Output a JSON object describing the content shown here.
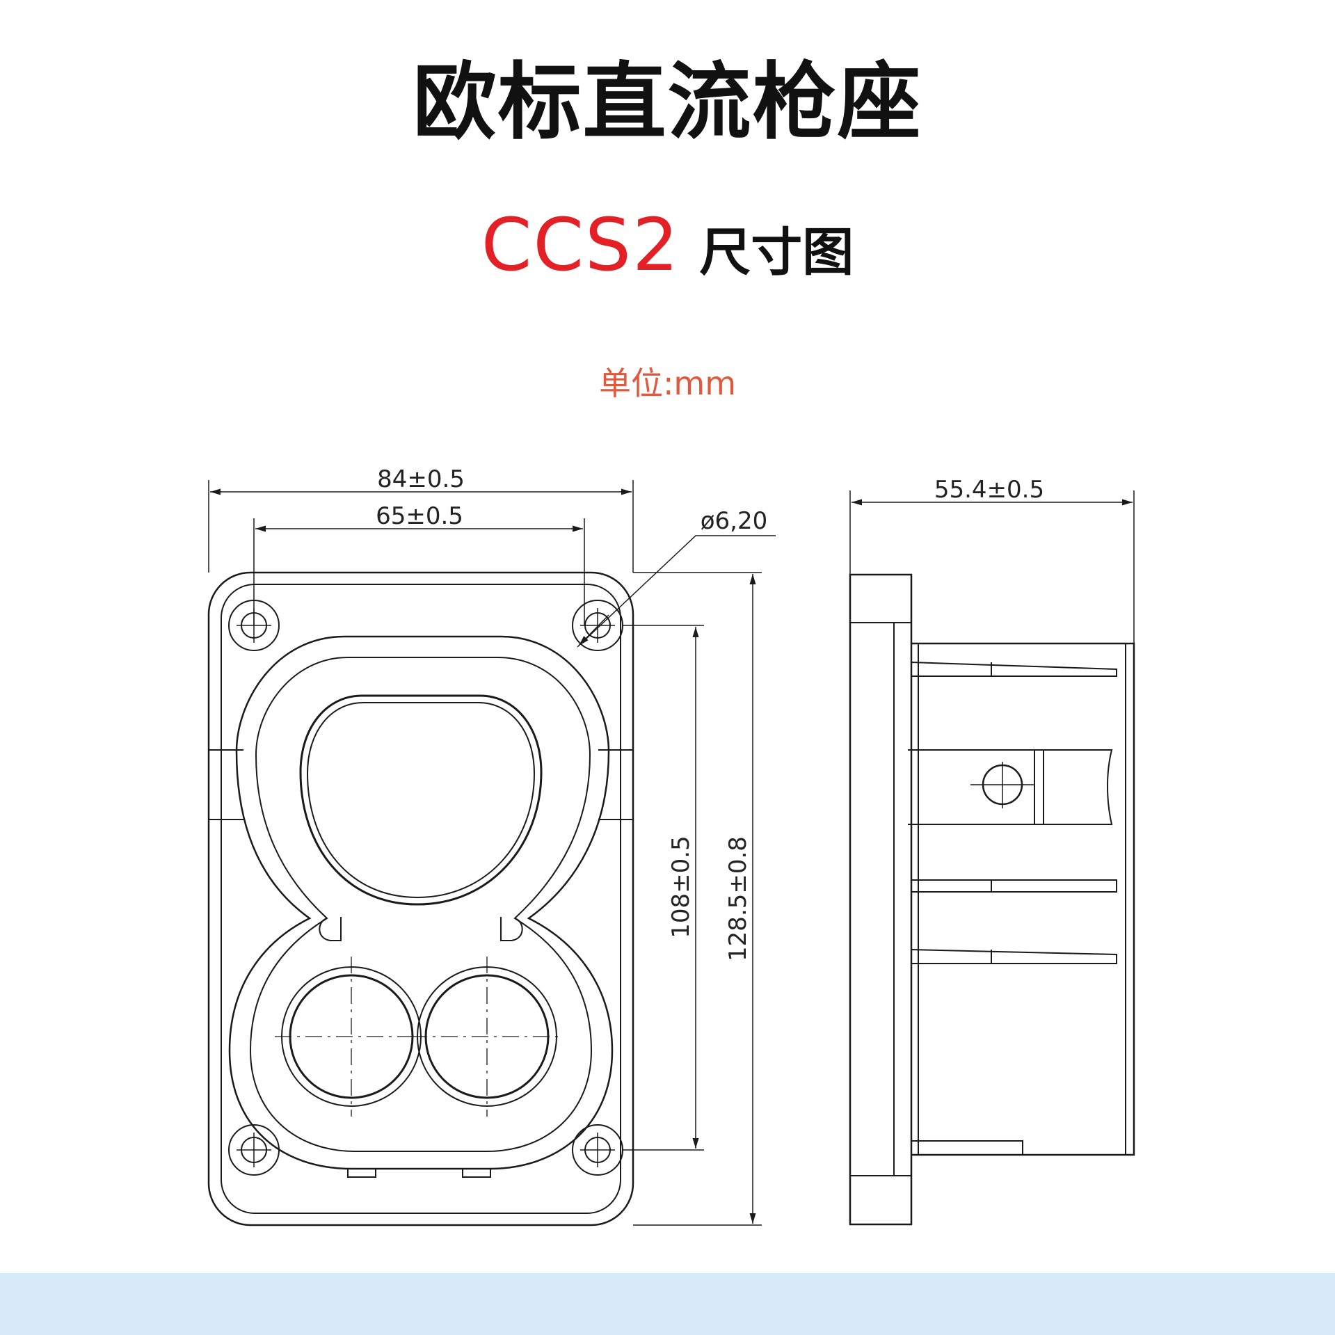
{
  "title": "欧标直流枪座",
  "subtitle": {
    "code": "CCS2",
    "word": "尺寸图"
  },
  "unit_label": "单位:mm",
  "dimensions": {
    "width_outer": "84±0.5",
    "width_holes": "65±0.5",
    "hole_dia": "ø6,20",
    "height_holes": "108±0.5",
    "height_outer": "128.5±0.8",
    "depth": "55.4±0.5"
  }
}
